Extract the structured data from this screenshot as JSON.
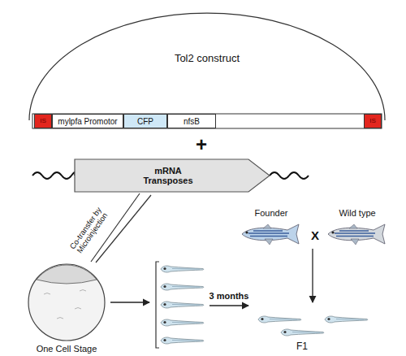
{
  "diagram": {
    "nodes": [
      {
        "text": [
          "Tol2 construct"
        ]
      },
      {
        "text": [
          "IS"
        ],
        "in": 0
      },
      {
        "text": [
          "mylpfa Promotor"
        ],
        "in": 0
      },
      {
        "text": [
          "CFP"
        ],
        "in": 0
      },
      {
        "text": [
          "nfsB"
        ],
        "in": 0
      },
      {
        "text": [
          "IS"
        ],
        "in": 0
      },
      {
        "text": [
          "mRNA Transposes"
        ]
      },
      {
        "text": [
          "One Cell Stage"
        ]
      }
    ],
    "labels": [
      "+",
      "Co-transfer by Microinjection",
      "3 months",
      "Founder",
      "Wild type",
      "X",
      "F1"
    ]
  }
}
